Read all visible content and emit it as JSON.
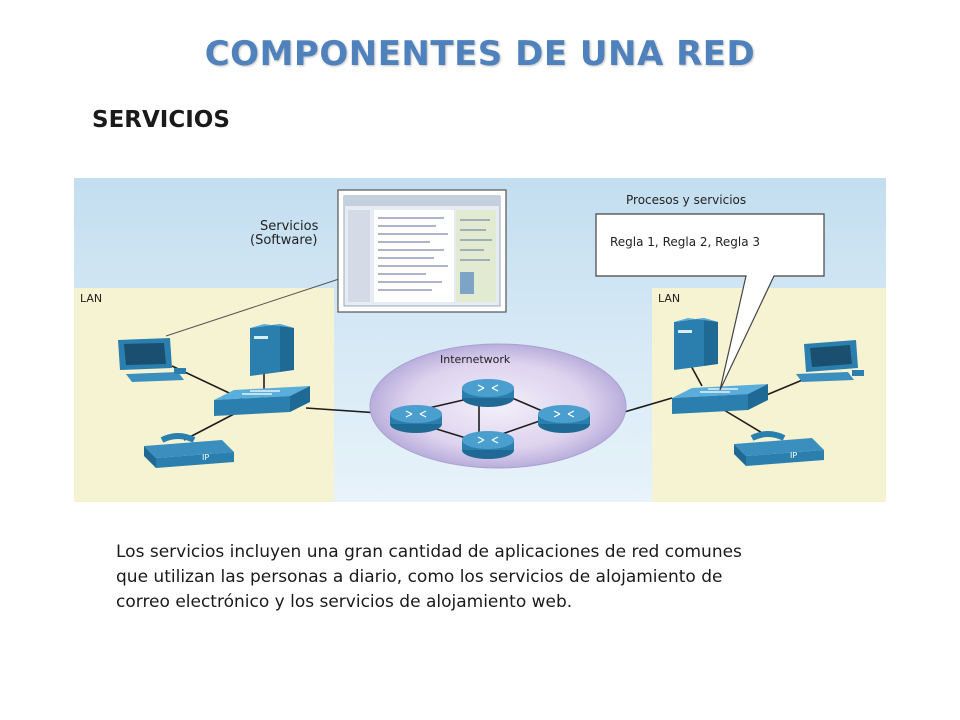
{
  "slide": {
    "title": "COMPONENTES DE UNA RED",
    "subtitle": "SERVICIOS"
  },
  "diagram": {
    "services_label_line1": "Servicios",
    "services_label_line2": "(Software)",
    "processes_label": "Procesos y servicios",
    "rules_text": "Regla 1, Regla 2, Regla 3",
    "left_lan_label": "LAN",
    "right_lan_label": "LAN",
    "internetwork_label": "Internetwork",
    "phone_badge": "IP"
  },
  "description": {
    "line1": "Los servicios incluyen una gran cantidad de aplicaciones de red comunes",
    "line2": "que utilizan las personas a diario, como los servicios de alojamiento de",
    "line3": "correo electrónico y los servicios de alojamiento web."
  },
  "colors": {
    "title": "#4f81bd",
    "lan_bg": "#f6f3d2",
    "sky": "#cfe6f3",
    "device": "#2b7fae"
  }
}
